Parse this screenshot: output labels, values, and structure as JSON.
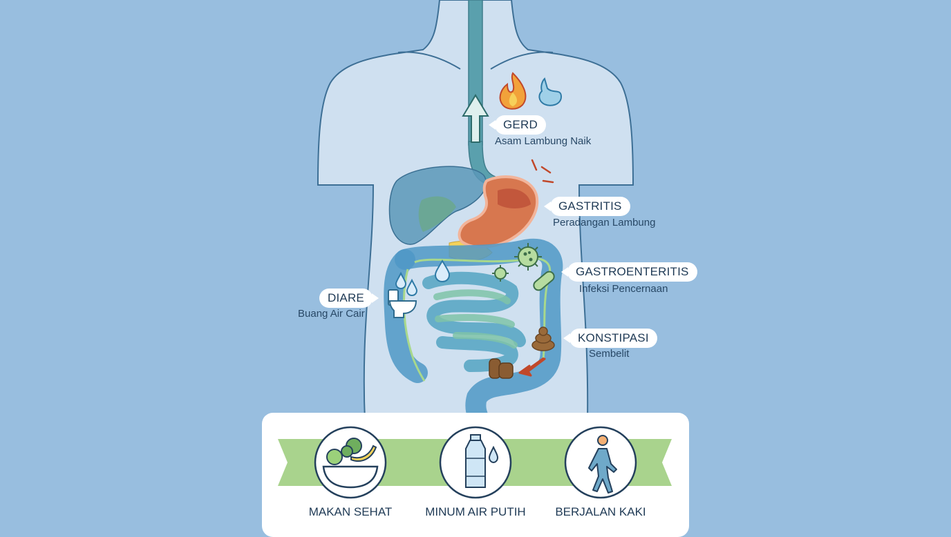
{
  "conditions": {
    "gerd": {
      "title": "GERD",
      "subtitle": "Asam Lambung Naik"
    },
    "gastritis": {
      "title": "GASTRITIS",
      "subtitle": "Peradangan Lambung"
    },
    "gastroenteritis": {
      "title": "GASTROENTERITIS",
      "subtitle": "Infeksi Pencernaan"
    },
    "diare": {
      "title": "DIARE",
      "subtitle": "Buang Air Cair"
    },
    "konstipasi": {
      "title": "KONSTIPASI",
      "subtitle": "Sembelit"
    }
  },
  "tips": [
    {
      "label": "MAKAN SEHAT",
      "icon": "healthy-food-bowl-icon"
    },
    {
      "label": "MINUM AIR PUTIH",
      "icon": "water-bottle-icon"
    },
    {
      "label": "BERJALAN KAKI",
      "icon": "walking-person-icon"
    }
  ],
  "colors": {
    "background": "#98bedf",
    "body": "#cfe0f0",
    "esophagus": "#5aa0ad",
    "stomach": "#d7774f",
    "liver": "#5c98b8",
    "intestine": "#4f98c6",
    "banner": "#a9d38d"
  }
}
